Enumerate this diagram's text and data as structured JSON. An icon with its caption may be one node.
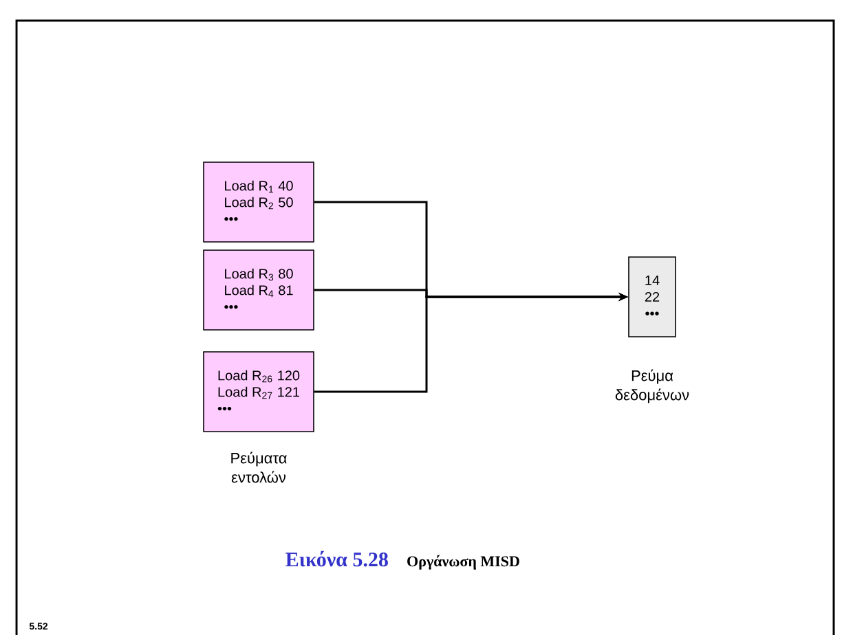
{
  "diagram": {
    "caption": "Εικόνα 5.28",
    "nodes": [
      {
        "text": [
          "Load R$_{1}$ 40",
          "Load R$_{2}$ 50",
          "•••"
        ]
      },
      {
        "text": [
          "Load R$_{3}$ 80",
          "Load R$_{4}$ 81",
          "•••"
        ]
      },
      {
        "text": [
          "Load R$_{26}$ 120",
          "Load R$_{27}$ 121",
          "•••"
        ],
        "beside": [
          "Ρεύματα εντολών"
        ]
      },
      {
        "text": [
          "14",
          "22",
          "•••"
        ],
        "beside": [
          "Ρεύμα δεδομένων"
        ]
      }
    ],
    "edges": [
      {
        "from": 0,
        "to": 3,
        "arrow": "to"
      },
      {
        "from": 1,
        "to": 3,
        "arrow": "to"
      },
      {
        "from": 2,
        "to": 3,
        "arrow": "to"
      }
    ],
    "labels": [
      "Οργάνωση MISD",
      "5.52"
    ]
  }
}
